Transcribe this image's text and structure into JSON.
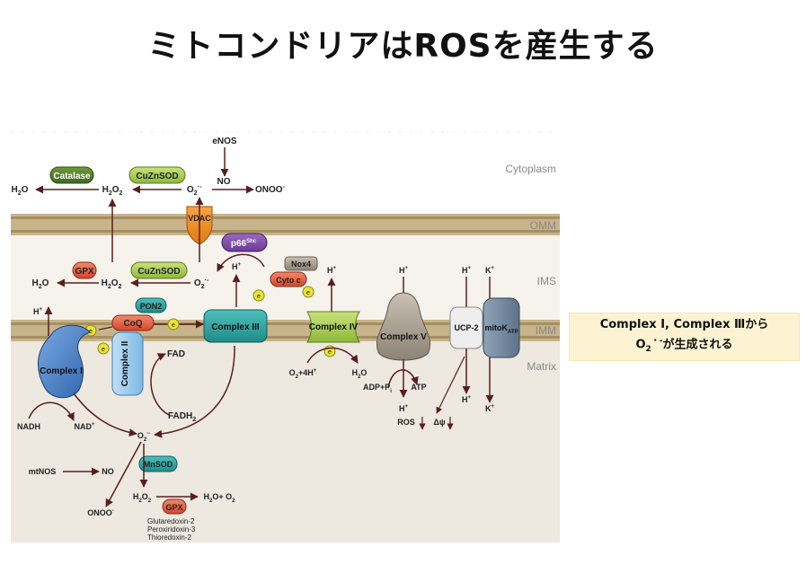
{
  "title": "ミトコンドリアはROSを産生する",
  "note": {
    "line1": "Complex Ⅰ, Complex Ⅲから",
    "line2_o": "O",
    "line2_sub": "2",
    "line2_sup": "・-",
    "line2_rest": "が生成される"
  },
  "regions": {
    "cytoplasm": "Cytoplasm",
    "omm": "OMM",
    "ims": "IMS",
    "imm": "IMM",
    "matrix": "Matrix"
  },
  "proteins": {
    "catalase": "Catalase",
    "cuznsod_top": "CuZnSOD",
    "vdac": "VDAC",
    "p66": "p66",
    "p66_sup": "Shc",
    "nox4": "Nox4",
    "cytoc": "Cyto c",
    "gpx_ims": "GPX",
    "cuznsod_ims": "CuZnSOD",
    "pon2": "PON2",
    "coq": "CoQ",
    "complex1": "Complex I",
    "complex2": "Complex II",
    "complex3": "Complex III",
    "complex4": "Complex IV",
    "complex5": "Complex V",
    "ucp2": "UCP-2",
    "mitok": "mitoK",
    "mitok_sub": "ATP",
    "mnsod": "MnSOD",
    "gpx_matrix": "GPX"
  },
  "labels": {
    "enos": "eNOS",
    "no_top": "NO",
    "onoo_top": "ONOO",
    "h2o_top": "H",
    "h2o2_top": "H",
    "o2_top": "O",
    "h2o_ims": "H",
    "h2o2_ims": "H",
    "o2_ims": "O",
    "hplus": "H",
    "electron": "e",
    "fad": "FAD",
    "fadh2": "FADH",
    "nadh": "NADH",
    "nad": "NAD",
    "o2_matrix": "O",
    "mtnos": "mtNOS",
    "no_matrix": "NO",
    "onoo_matrix": "ONOO",
    "h2o2_matrix": "H",
    "h2o_o2": "H",
    "o2_4h": "O",
    "h2o_c4": "H",
    "adp": "ADP+P",
    "atp": "ATP",
    "ros": "ROS",
    "dpsi": "Δψ",
    "kplus": "K",
    "glutaredoxin": "Glutaredoxin-2",
    "peroxiredoxin": "Peroxiridoxin-3",
    "thioredoxin": "Thioredoxin-2"
  }
}
